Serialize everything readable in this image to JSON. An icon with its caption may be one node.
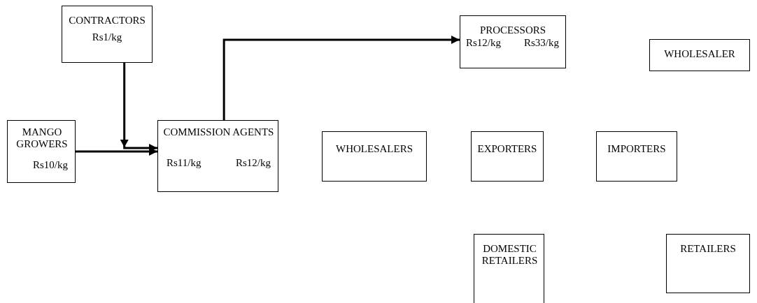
{
  "diagram": {
    "nodes": [
      {
        "text": [
          "CONTRACTORS",
          "Rs1/kg"
        ]
      },
      {
        "text": [
          "PROCESSORS",
          "Rs12/kg",
          "Rs33/kg"
        ]
      },
      {
        "text": [
          "WHOLESALER"
        ]
      },
      {
        "text": [
          "MANGO GROWERS",
          "Rs10/kg"
        ]
      },
      {
        "text": [
          "COMMISSION AGENTS",
          "Rs11/kg",
          "Rs12/kg"
        ]
      },
      {
        "text": [
          "WHOLESALERS"
        ]
      },
      {
        "text": [
          "EXPORTERS"
        ]
      },
      {
        "text": [
          "IMPORTERS"
        ]
      },
      {
        "text": [
          "DOMESTIC RETAILERS"
        ]
      },
      {
        "text": [
          "RETAILERS"
        ]
      }
    ],
    "edges": [
      {
        "from": 0,
        "to": 4,
        "arrow": "to"
      },
      {
        "from": 3,
        "to": 4,
        "arrow": "to"
      },
      {
        "from": 4,
        "to": 1,
        "arrow": "to"
      }
    ]
  }
}
